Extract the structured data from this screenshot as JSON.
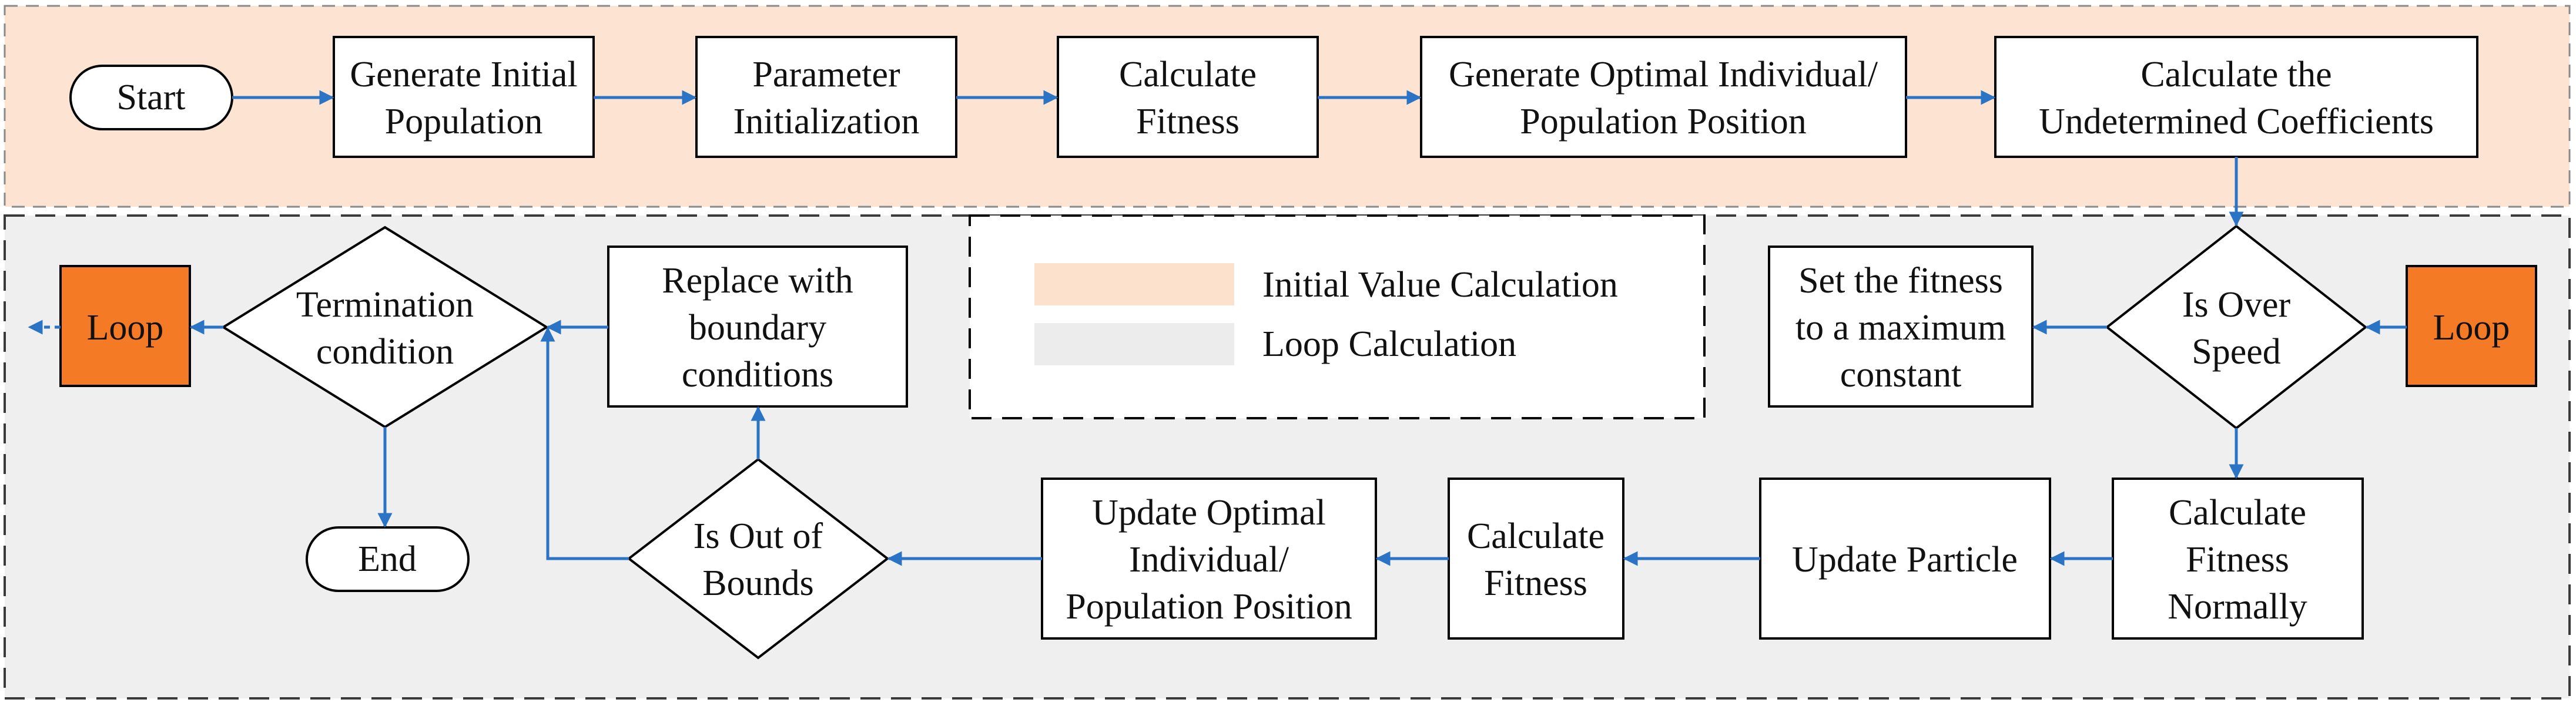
{
  "colors": {
    "initial_region": "#fde4d2",
    "loop_region": "#efefef",
    "loop_box": "#f57a26",
    "arrow": "#2a73c5",
    "legend_initial_swatch": "#fce1cd",
    "legend_loop_swatch": "#ececec"
  },
  "nodes": {
    "start": "Start",
    "end": "End",
    "generate_initial_population": [
      "Generate Initial",
      "Population"
    ],
    "parameter_initialization": [
      "Parameter",
      "Initialization"
    ],
    "calculate_fitness_top": [
      "Calculate",
      "Fitness"
    ],
    "generate_optimal_position": [
      "Generate Optimal Individual/",
      "Population Position"
    ],
    "calculate_undetermined_coefficients": [
      "Calculate the",
      "Undetermined Coefficients"
    ],
    "is_over_speed": [
      "Is Over",
      "Speed"
    ],
    "set_fitness_max": [
      "Set the fitness",
      "to a maximum",
      "constant"
    ],
    "calculate_fitness_normally": [
      "Calculate",
      "Fitness",
      "Normally"
    ],
    "update_particle": "Update Particle",
    "calculate_fitness_bottom": [
      "Calculate",
      "Fitness"
    ],
    "update_optimal_position": [
      "Update Optimal",
      "Individual/",
      "Population Position"
    ],
    "is_out_of_bounds": [
      "Is Out of",
      "Bounds"
    ],
    "replace_boundary": [
      "Replace with",
      "boundary",
      "conditions"
    ],
    "termination_condition": [
      "Termination",
      "condition"
    ],
    "loop_left": "Loop",
    "loop_right": "Loop"
  },
  "legend": [
    {
      "label": "Initial Value Calculation",
      "swatch": "initial"
    },
    {
      "label": "Loop Calculation",
      "swatch": "loop"
    }
  ]
}
